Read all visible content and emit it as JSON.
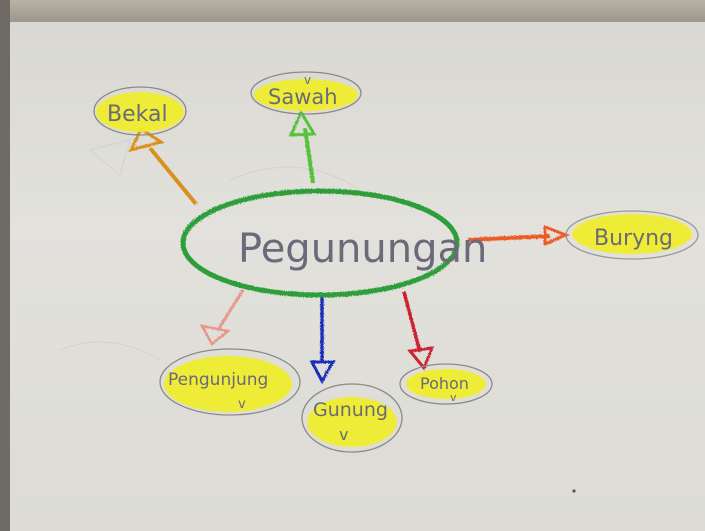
{
  "diagram": {
    "center": {
      "label": "Pegunungan",
      "outline_color": "#2e9e3a"
    },
    "nodes": [
      {
        "id": "bekal",
        "label": "Bekal",
        "arrow_color": "#d9901e",
        "check": ""
      },
      {
        "id": "sawah",
        "label": "Sawah",
        "arrow_color": "#56c23a",
        "check": "v"
      },
      {
        "id": "burung",
        "label": "Buryng",
        "arrow_color": "#ee5a28",
        "check": ""
      },
      {
        "id": "pengunjung",
        "label": "Pengunjung",
        "arrow_color": "#e8958a",
        "check": "v"
      },
      {
        "id": "gunung",
        "label": "Gunung",
        "arrow_color": "#1f2fb8",
        "check": "v"
      },
      {
        "id": "pohon",
        "label": "Pohon",
        "arrow_color": "#cc2430",
        "check": "v"
      }
    ],
    "highlight_color": "#f1ee2a"
  }
}
